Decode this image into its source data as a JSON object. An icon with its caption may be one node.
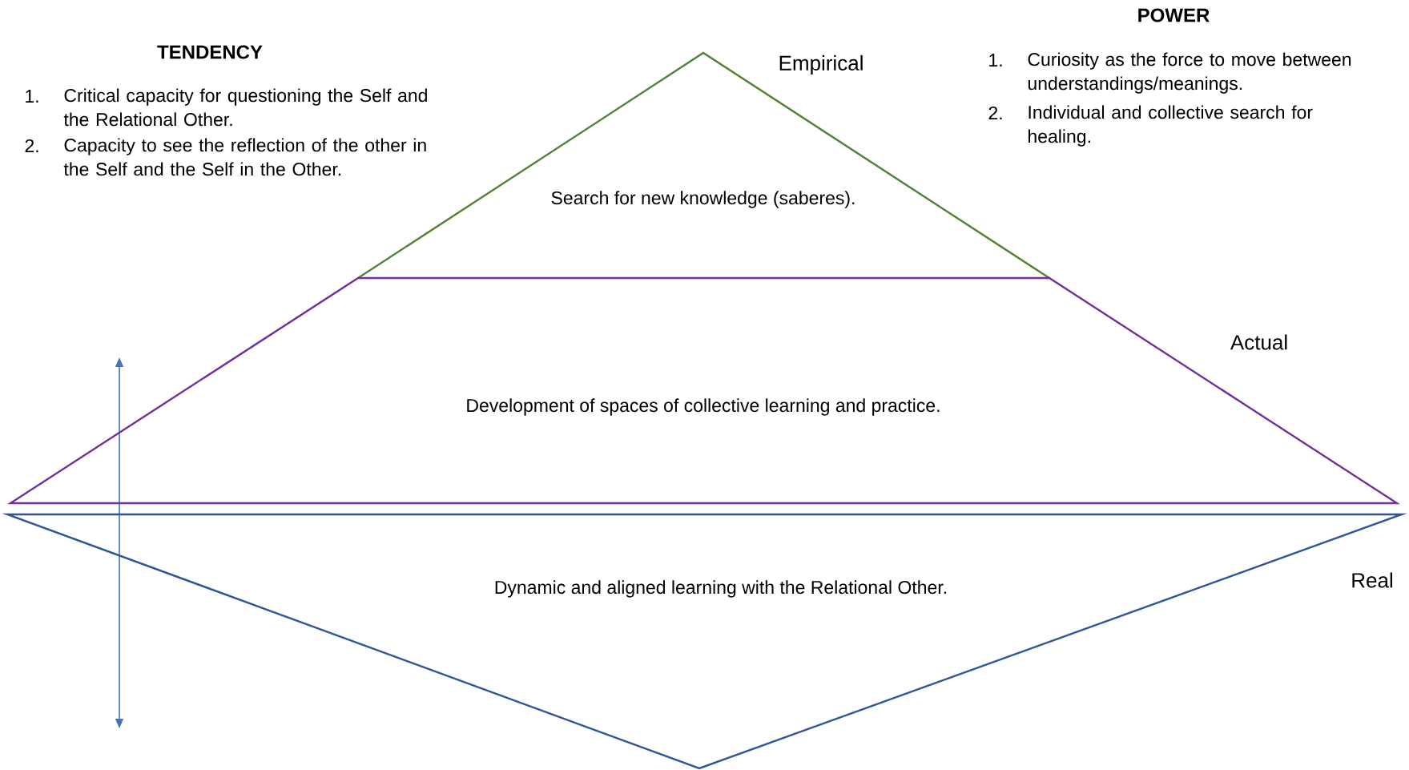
{
  "diagram": {
    "nodes": [
      {
        "text": [
          "Empirical",
          "Search for new knowledge (saberes)."
        ]
      },
      {
        "text": [
          "Actual",
          "Development of spaces of collective learning and practice."
        ]
      },
      {
        "text": [
          "Real",
          "Dynamic and aligned learning with the Relational Other."
        ]
      }
    ],
    "labels": [
      "TENDENCY",
      "1.",
      "Critical capacity for questioning the Self and the Relational Other.",
      "2.",
      "Capacity to see the reflection of the other in the Self and the Self in the Other.",
      "POWER",
      "1.",
      "Curiosity as the force to move between understandings/meanings.",
      "2.",
      "Individual and collective search for healing."
    ]
  }
}
